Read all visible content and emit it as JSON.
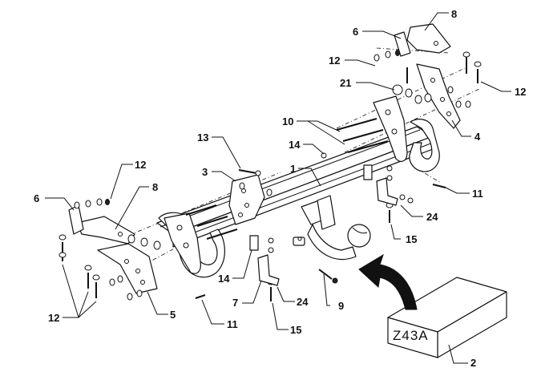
{
  "diagram": {
    "package_code": "Z43A",
    "callouts": {
      "c1": "1",
      "c2": "2",
      "c3": "3",
      "c4": "4",
      "c5": "5",
      "c6_left": "6",
      "c6_right": "6",
      "c7": "7",
      "c8_left": "8",
      "c8_right": "8",
      "c9": "9",
      "c10": "10",
      "c11_left": "11",
      "c11_right": "11",
      "c12_top_left": "12",
      "c12_bottom_left": "12",
      "c12_top_right": "12",
      "c12_right": "12",
      "c13": "13",
      "c14_upper": "14",
      "c14_lower": "14",
      "c15_left": "15",
      "c15_right": "15",
      "c21": "21",
      "c24_left": "24",
      "c24_right": "24"
    }
  }
}
